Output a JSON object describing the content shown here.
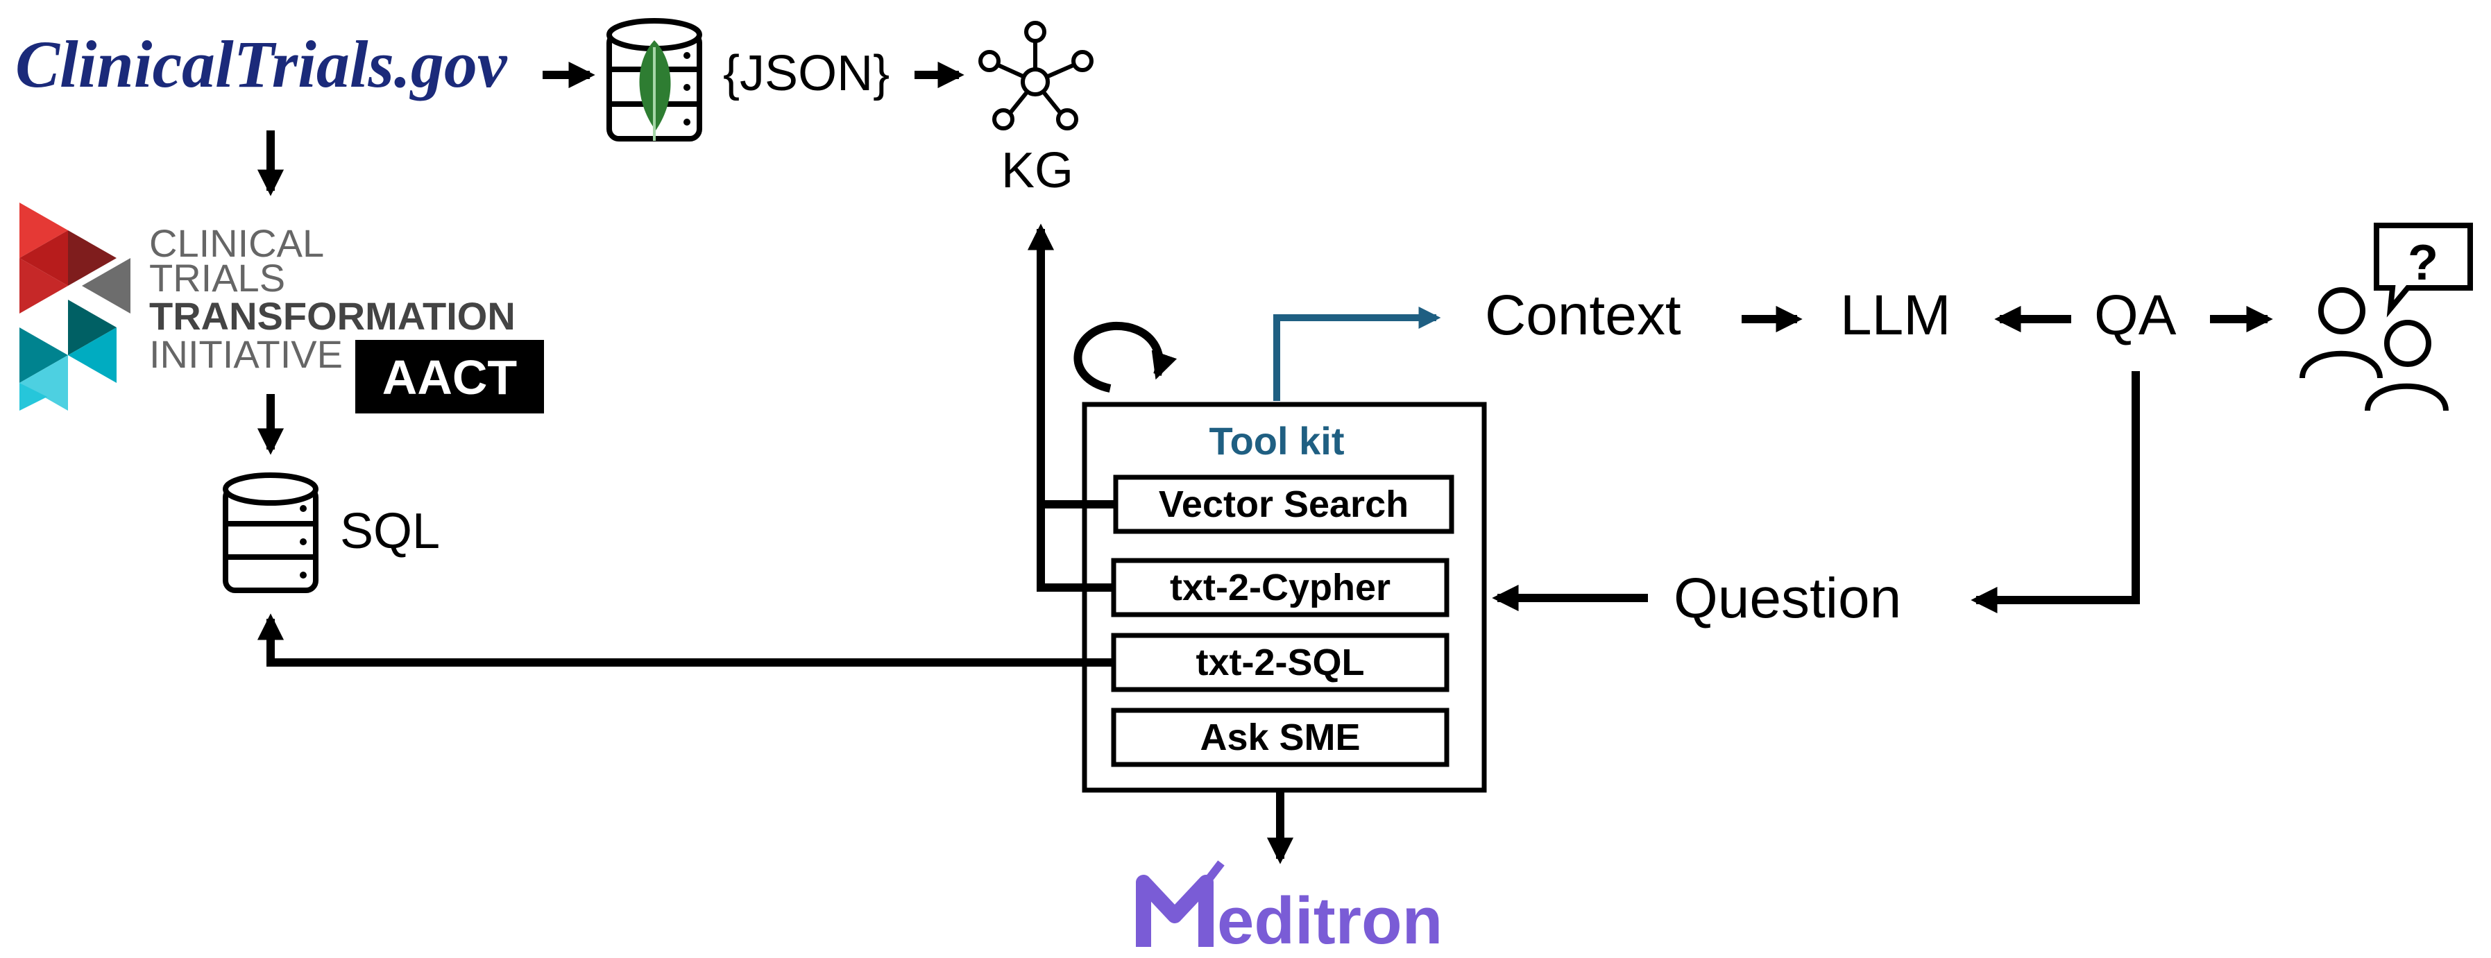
{
  "sources": {
    "clinicaltrials": "ClinicalTrials.gov",
    "json": "{JSON}",
    "kg": "KG",
    "ctti_lines": [
      "CLINICAL",
      "TRIALS",
      "TRANSFORMATION",
      "INITIATIVE"
    ],
    "aact": "AACT",
    "sql": "SQL"
  },
  "toolkit": {
    "title": "Tool kit",
    "tools": [
      "Vector Search",
      "txt-2-Cypher",
      "txt-2-SQL",
      "Ask SME"
    ]
  },
  "flow": {
    "context": "Context",
    "llm": "LLM",
    "qa": "QA",
    "question": "Question"
  },
  "meditron": "Meditron",
  "colors": {
    "ink": "#000000",
    "toolkit_blue": "#1f5f82",
    "ct_navy": "#1b2a7a",
    "meditron_purple": "#7a5cd6",
    "mongo_green": "#2e7d32",
    "ctti_red": "#c62828",
    "ctti_teal": "#00838f",
    "ctti_gray": "#666666"
  }
}
